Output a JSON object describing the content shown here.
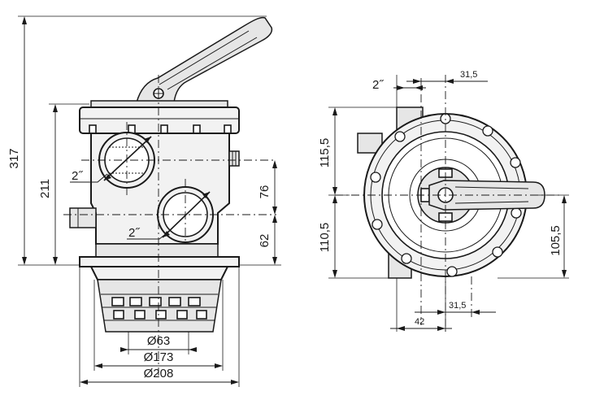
{
  "side_view": {
    "dim_overall_height": "317",
    "dim_body_height": "211",
    "dim_upper_port": "76",
    "dim_lower_port": "62",
    "port_upper_label": "2˝",
    "port_lower_label": "2˝",
    "dim_d63": "Ø63",
    "dim_d173": "Ø173",
    "dim_d208": "Ø208"
  },
  "top_view": {
    "port_label": "2˝",
    "dim_offset_top": "31,5",
    "dim_upper": "115,5",
    "dim_lower": "110,5",
    "dim_handle": "105,5",
    "dim_offset_bottom": "31,5",
    "dim_42": "42"
  }
}
